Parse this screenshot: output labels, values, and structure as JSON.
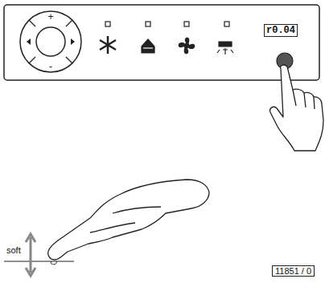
{
  "diagram": {
    "nodes": [
      {
        "text": [
          "r0.04"
        ]
      },
      {
        "text": [
          "11851 / 0"
        ]
      }
    ],
    "labels": [
      "+",
      "-",
      "soft"
    ]
  }
}
